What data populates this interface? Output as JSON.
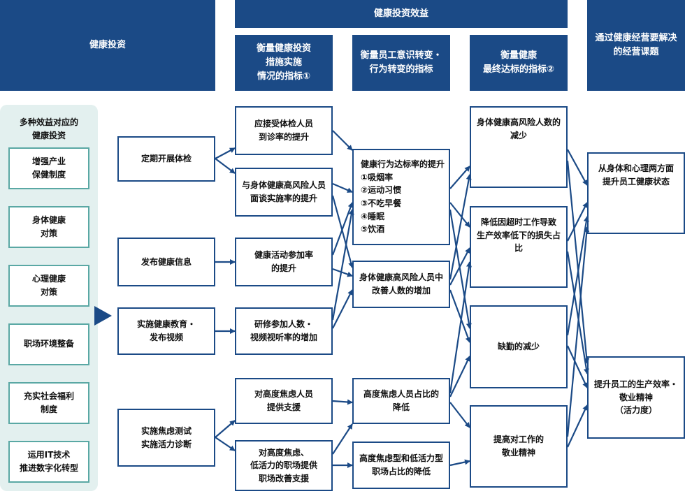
{
  "colors": {
    "navy": "#1b4a86",
    "panel_bg": "#e3f0ef",
    "panel_border": "#5aa8a4"
  },
  "headers": {
    "investment": "健康投资",
    "effects": "健康投资效益",
    "indicator1": "衡量健康投资\n措施实施\n情况的指标①",
    "awareness": "衡量员工意识转变・\n行为转变的指标",
    "indicator2": "衡量健康\n最终达标的指标②",
    "issues": "通过健康经营要解决\n的经营课题"
  },
  "panel": {
    "title": "多种效益对应的\n健康投资",
    "items": [
      "增强产业\n保健制度",
      "身体健康\n对策",
      "心理健康\n对策",
      "职场环境整备",
      "充实社会福利\n制度",
      "运用IT技术\n推进数字化转型"
    ]
  },
  "measures": {
    "checkup": "定期开展体检",
    "info": "发布健康信息",
    "education": "实施健康教育・\n发布视频",
    "stress": "实施焦虑测试\n实施活力诊断"
  },
  "indicators1": {
    "consult": "应接受体检人员\n到诊率的提升",
    "interview": "与身体健康高风险人员\n面谈实施率的提升",
    "activity": "健康活动参加率\n的提升",
    "training": "研修参加人数・\n视频视听率的增加",
    "support": "对高度焦虑人员\n提供支援",
    "workplace": "对高度焦虑、\n低活力的职场提供\n职场改善支援"
  },
  "behavior": {
    "rate": "健康行为达标率的提升\n①吸烟率\n②运动习惯\n③不吃早餐\n④睡眠\n⑤饮酒",
    "improve": "身体健康高风险人员中\n改善人数的增加",
    "anxious": "高度焦虑人员占比的\n降低",
    "lowvital": "高度焦虑型和低活力型\n职场占比的降低"
  },
  "final": {
    "risk": "身体健康高风险人数的\n减少",
    "overtime": "降低因超时工作导致\n生产效率低下的损失占比",
    "absence": "缺勤的减少",
    "engage": "提高对工作的\n敬业精神"
  },
  "goals": {
    "health": "从身体和心理两方面\n提升员工健康状态",
    "productivity": "提升员工的生产效率・\n敬业精神\n（活力度）"
  }
}
